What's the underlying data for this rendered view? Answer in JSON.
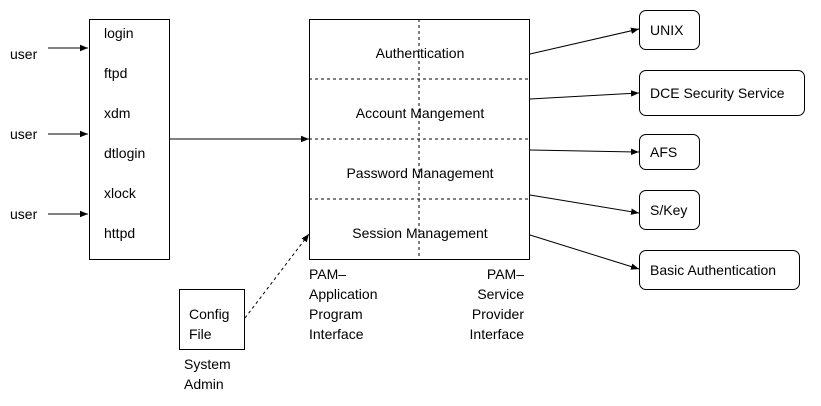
{
  "users": [
    "user",
    "user",
    "user"
  ],
  "programs": [
    "login",
    "ftpd",
    "xdm",
    "dtlogin",
    "xlock",
    "httpd"
  ],
  "pam_modules": [
    "Authentication",
    "Account Mangement",
    "Password Management",
    "Session Management"
  ],
  "pam_api_label": [
    "PAM–",
    "Application",
    "Program",
    "Interface"
  ],
  "pam_spi_label": [
    "PAM–",
    "Service",
    "Provider",
    "Interface"
  ],
  "config_file": [
    "Config",
    "File"
  ],
  "system_admin": [
    "System",
    "Admin"
  ],
  "services": [
    "UNIX",
    "DCE Security Service",
    "AFS",
    "S/Key",
    "Basic Authentication"
  ]
}
